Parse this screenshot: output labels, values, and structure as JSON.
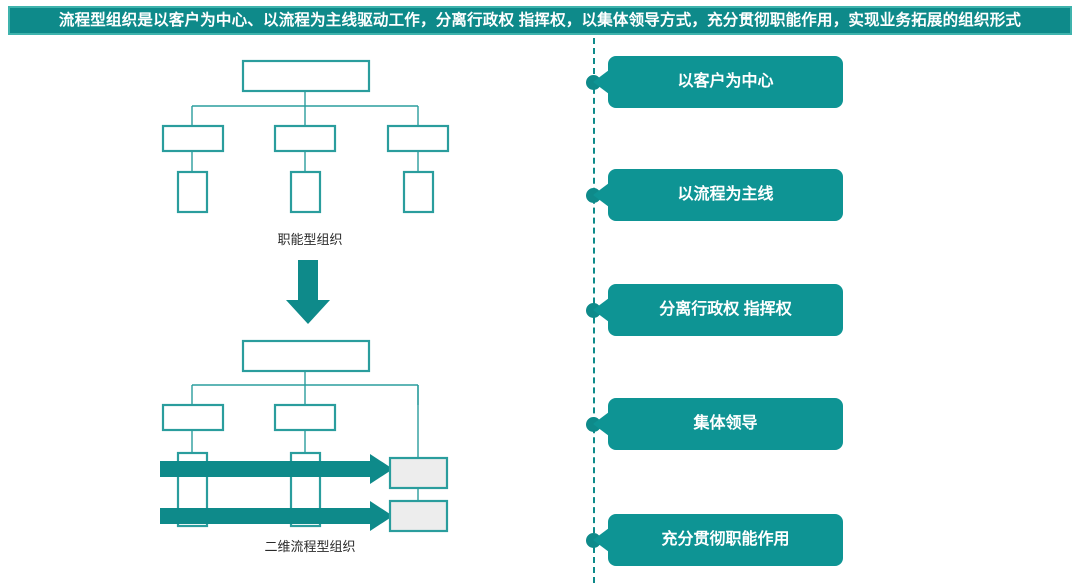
{
  "header": {
    "text": "流程型组织是以客户为中心、以流程为主线驱动工作，分离行政权 指挥权，以集体领导方式，充分贯彻职能作用，实现业务拓展的组织形式",
    "background_color": "#0e8a8a",
    "border_color": "#3fb3ad",
    "text_color": "#ffffff"
  },
  "theme": {
    "teal": "#0e8a8a",
    "teal_light": "#3fb3ad",
    "bubble_fill": "#0e9494",
    "box_stroke": "#2a9d9d",
    "box_fill": "#ffffff",
    "gray_box_fill": "#ededed",
    "caption_color": "#2a2a2a"
  },
  "left_panel": {
    "functional_chart": {
      "caption": "职能型组织",
      "type": "org-chart",
      "levels": [
        {
          "level": 1,
          "boxes": 1
        },
        {
          "level": 2,
          "boxes": 3
        },
        {
          "level": 3,
          "boxes": 3
        }
      ]
    },
    "transition_arrow": {
      "direction": "down",
      "color": "#0e8a8a"
    },
    "process_chart": {
      "caption": "二维流程型组织",
      "type": "org-chart-with-process-arrows",
      "levels": [
        {
          "level": 1,
          "boxes": 1
        },
        {
          "level": 2,
          "boxes": 2
        },
        {
          "level": 3,
          "boxes": 2
        }
      ],
      "process_arrows": 2,
      "outcome_boxes": 2
    }
  },
  "right_rail": {
    "line_style": "dashed",
    "items": [
      {
        "label": "以客户为中心"
      },
      {
        "label": "以流程为主线"
      },
      {
        "label": "分离行政权 指挥权"
      },
      {
        "label": "集体领导"
      },
      {
        "label": "充分贯彻职能作用"
      }
    ]
  }
}
